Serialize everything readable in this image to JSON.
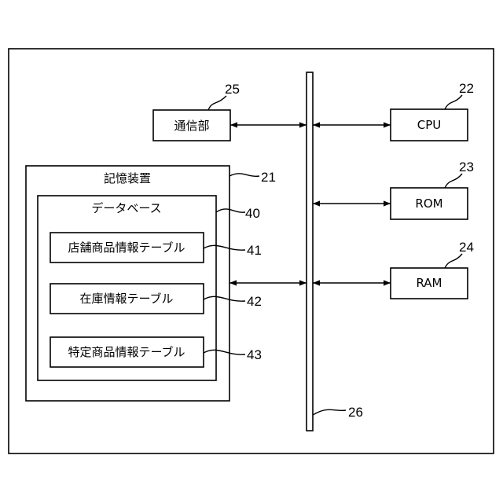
{
  "storage": {
    "label": "記憶装置",
    "ref": "21",
    "database": {
      "label": "データベース",
      "ref": "40",
      "tables": [
        {
          "label": "店舗商品情報テーブル",
          "ref": "41"
        },
        {
          "label": "在庫情報テーブル",
          "ref": "42"
        },
        {
          "label": "特定商品情報テーブル",
          "ref": "43"
        }
      ]
    }
  },
  "comm": {
    "label": "通信部",
    "ref": "25"
  },
  "cpu": {
    "label": "CPU",
    "ref": "22"
  },
  "rom": {
    "label": "ROM",
    "ref": "23"
  },
  "ram": {
    "label": "RAM",
    "ref": "24"
  },
  "bus": {
    "ref": "26"
  }
}
